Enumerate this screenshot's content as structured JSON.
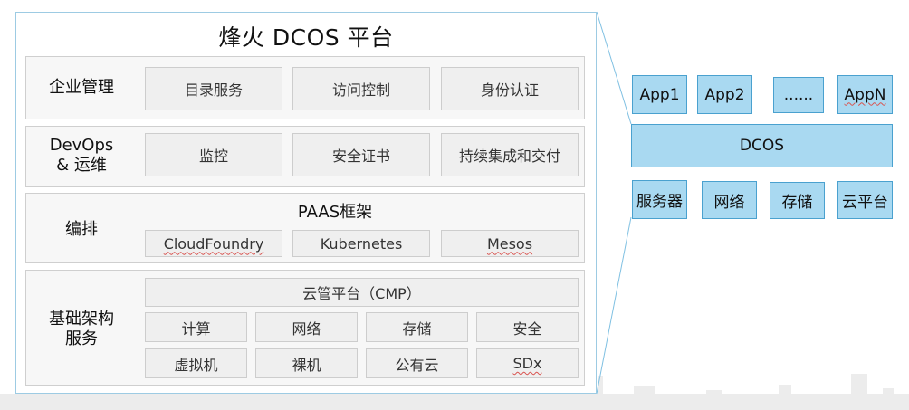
{
  "title": "烽火 DCOS 平台",
  "layers": {
    "enterprise": {
      "label": "企业管理",
      "items": [
        "目录服务",
        "访问控制",
        "身份认证"
      ]
    },
    "devops": {
      "label_line1": "DevOps",
      "label_line2": "& 运维",
      "items": [
        "监控",
        "安全证书",
        "持续集成和交付"
      ]
    },
    "orchestration": {
      "label": "编排",
      "framework": "PAAS框架",
      "items": [
        "CloudFoundry",
        "Kubernetes",
        "Mesos"
      ]
    },
    "infrastructure": {
      "label_line1": "基础架构",
      "label_line2": "服务",
      "cmp": "云管平台（CMP）",
      "row1": [
        "计算",
        "网络",
        "存储",
        "安全"
      ],
      "row2": [
        "虚拟机",
        "裸机",
        "公有云",
        "SDx"
      ]
    }
  },
  "right_panel": {
    "apps": [
      "App1",
      "App2",
      "......",
      "AppN"
    ],
    "dcos": "DCOS",
    "resources": [
      "服务器",
      "网络",
      "存储",
      "云平台"
    ]
  },
  "colors": {
    "right_fill": "#a9d9f1",
    "right_border": "#4aa1cf",
    "outer_border": "#9dcbe3",
    "left_box_fill": "#efefef"
  }
}
